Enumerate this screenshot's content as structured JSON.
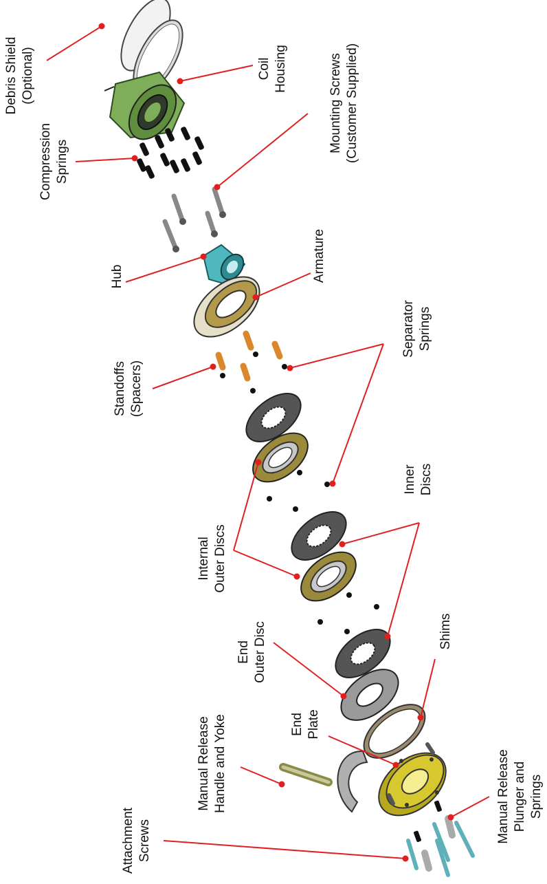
{
  "labels": {
    "debris_shield": [
      "Debris Shield",
      "(Optional)"
    ],
    "coil_housing": [
      "Coil",
      "Housing"
    ],
    "compression_springs": [
      "Compression",
      "Springs"
    ],
    "mounting_screws": [
      "Mounting Screws",
      "(Customer Supplied)"
    ],
    "hub": [
      "Hub"
    ],
    "armature": [
      "Armature"
    ],
    "standoffs": [
      "Standoffs",
      "(Spacers)"
    ],
    "separator_springs": [
      "Separator",
      "Springs"
    ],
    "internal_outer_discs": [
      "Internal",
      "Outer Discs"
    ],
    "inner_discs": [
      "Inner",
      "Discs"
    ],
    "end_outer_disc": [
      "End",
      "Outer Disc"
    ],
    "shims": [
      "Shims"
    ],
    "end_plate": [
      "End",
      "Plate"
    ],
    "manual_release_handle": [
      "Manual Release",
      "Handle and Yoke"
    ],
    "manual_release_plunger": [
      "Manual Release",
      "Plunger and",
      "Springs"
    ],
    "attachment_screws": [
      "Attachment",
      "Screws"
    ]
  },
  "colors": {
    "leader": "#e02020",
    "coil_housing": "#7fae5a",
    "hub": "#4fb8bf",
    "armature_face": "#b39a4a",
    "disc_dark": "#555555",
    "disc_bronze": "#9c8a3c",
    "standoff": "#d9882c",
    "end_plate": "#d8c830",
    "shim": "#9a8a70",
    "attachment_screw": "#5fb0b8"
  }
}
